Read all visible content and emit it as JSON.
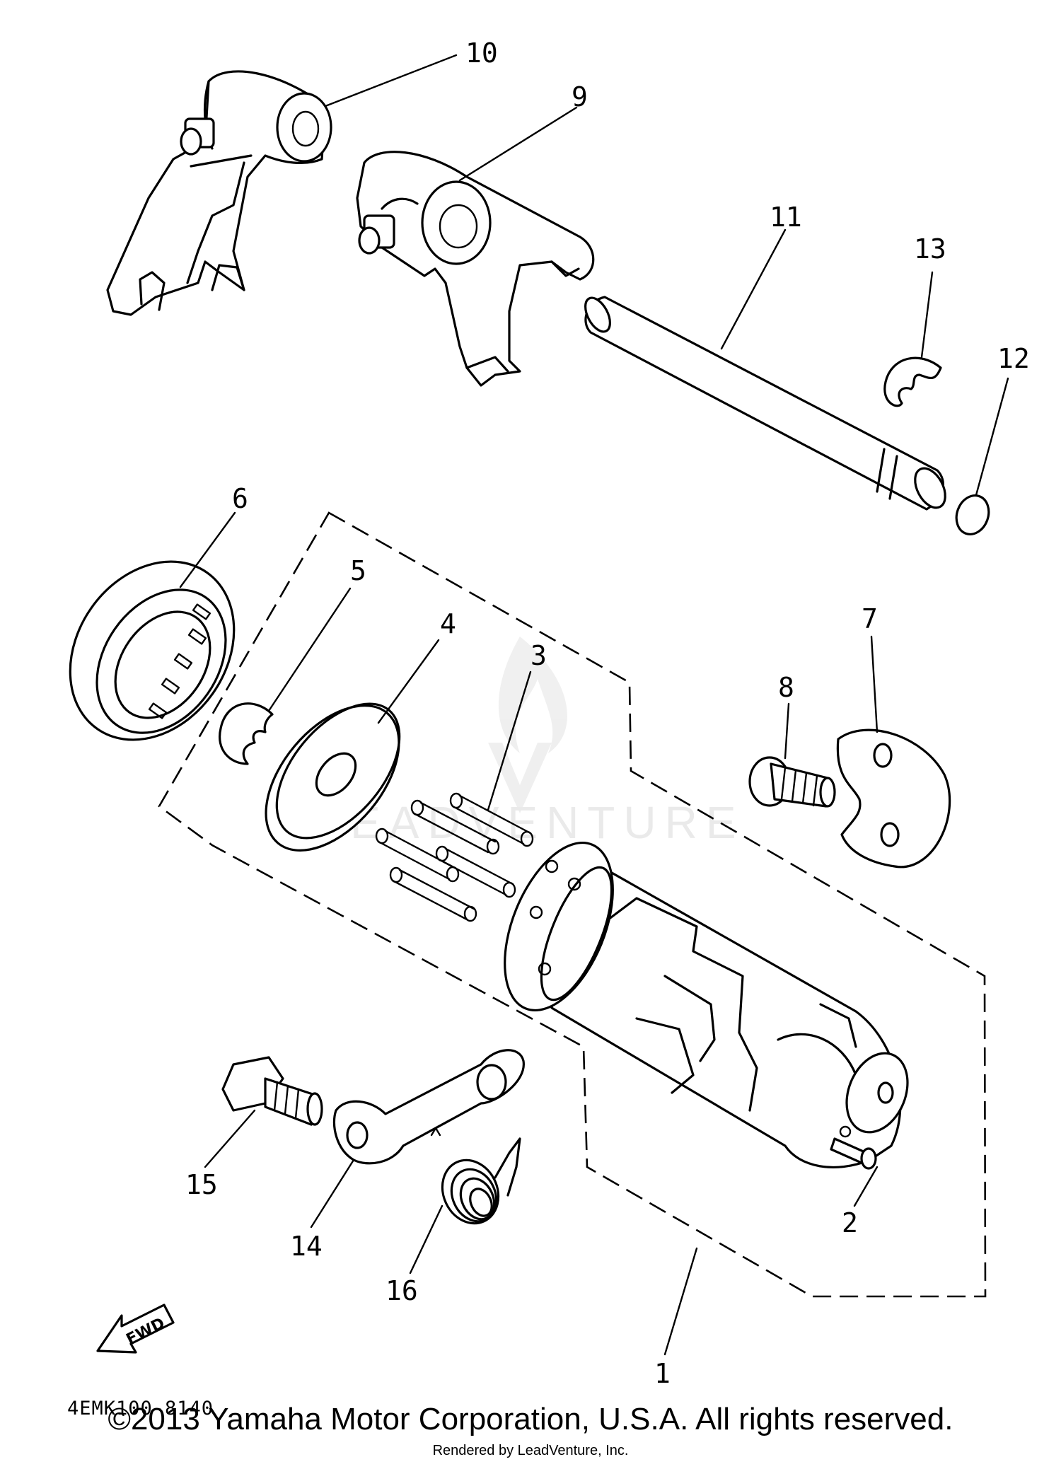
{
  "diagram": {
    "callouts": [
      "10",
      "9",
      "11",
      "13",
      "12",
      "6",
      "5",
      "4",
      "3",
      "7",
      "8",
      "15",
      "14",
      "16",
      "2",
      "1"
    ],
    "drawing_code": "4EMK100-8140",
    "fwd_label": "FWD"
  },
  "watermark": {
    "text": "LEADVENTURE",
    "logo_name": "leadventure-flame-logo"
  },
  "footer": {
    "copyright": "©2013 Yamaha Motor Corporation, U.S.A. All rights reserved.",
    "rendered_by": "Rendered by LeadVenture, Inc."
  }
}
